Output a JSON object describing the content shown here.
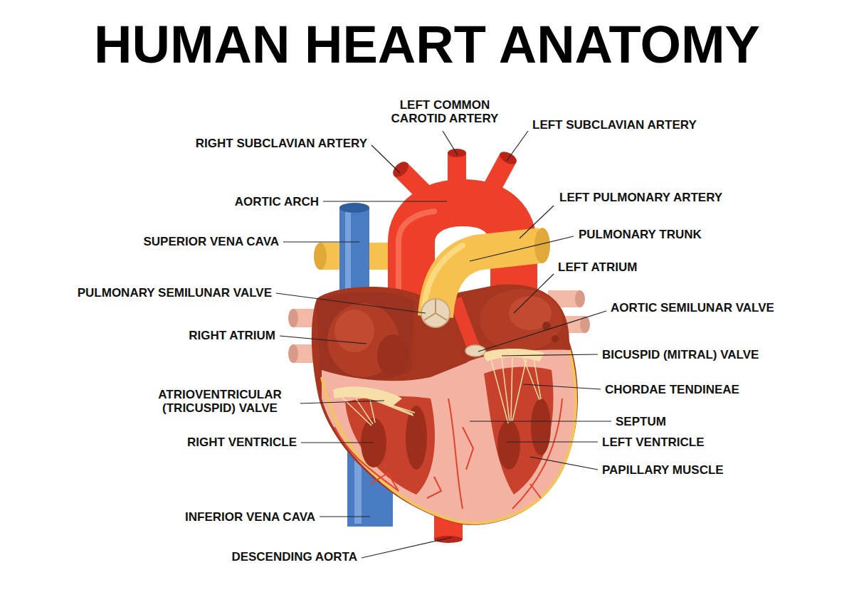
{
  "diagram": {
    "title": "HUMAN HEART ANATOMY",
    "labels": [
      "RIGHT SUBCLAVIAN ARTERY",
      "LEFT COMMON CAROTID ARTERY",
      "LEFT SUBCLAVIAN ARTERY",
      "AORTIC ARCH",
      "LEFT PULMONARY ARTERY",
      "SUPERIOR VENA CAVA",
      "PULMONARY TRUNK",
      "LEFT ATRIUM",
      "PULMONARY SEMILUNAR VALVE",
      "AORTIC SEMILUNAR VALVE",
      "RIGHT ATRIUM",
      "BICUSPID (MITRAL) VALVE",
      "CHORDAE TENDINEAE",
      "ATRIOVENTRICULAR (TRICUSPID) VALVE",
      "SEPTUM",
      "RIGHT VENTRICLE",
      "LEFT VENTRICLE",
      "PAPILLARY MUSCLE",
      "INFERIOR VENA CAVA",
      "DESCENDING AORTA"
    ]
  }
}
